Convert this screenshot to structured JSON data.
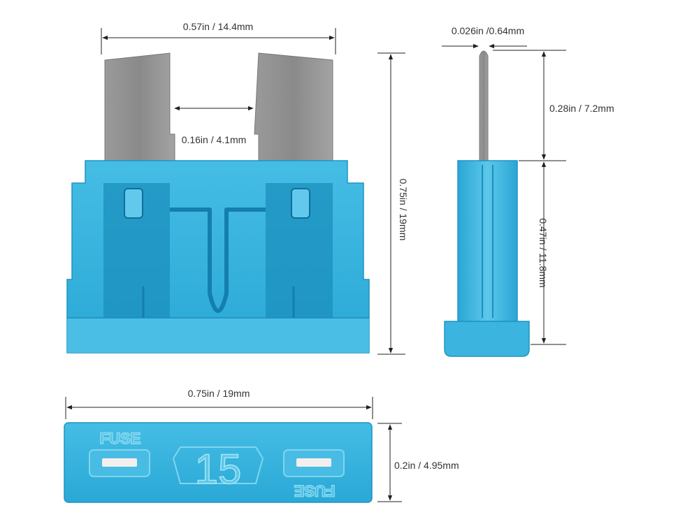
{
  "dimensions": {
    "front_width": "0.57in / 14.4mm",
    "blade_gap": "0.16in / 4.1mm",
    "front_height": "0.75in / 19mm",
    "blade_thickness": "0.026in /0.64mm",
    "blade_length": "0.28in / 7.2mm",
    "body_height": "0.47in / 11.8mm",
    "top_width": "0.75in / 19mm",
    "top_depth": "0.2in / 4.95mm"
  },
  "fuse_label": {
    "brand_text": "FUSE",
    "brand_text_inverted": "FUSE",
    "rating": "15"
  },
  "colors": {
    "body": "#2fb0dc",
    "body_dark": "#178fbf",
    "body_light": "#7fd3ef",
    "blade": "#8d8d8d",
    "blade_light": "#b4b4b4",
    "dim_line": "#222222"
  }
}
